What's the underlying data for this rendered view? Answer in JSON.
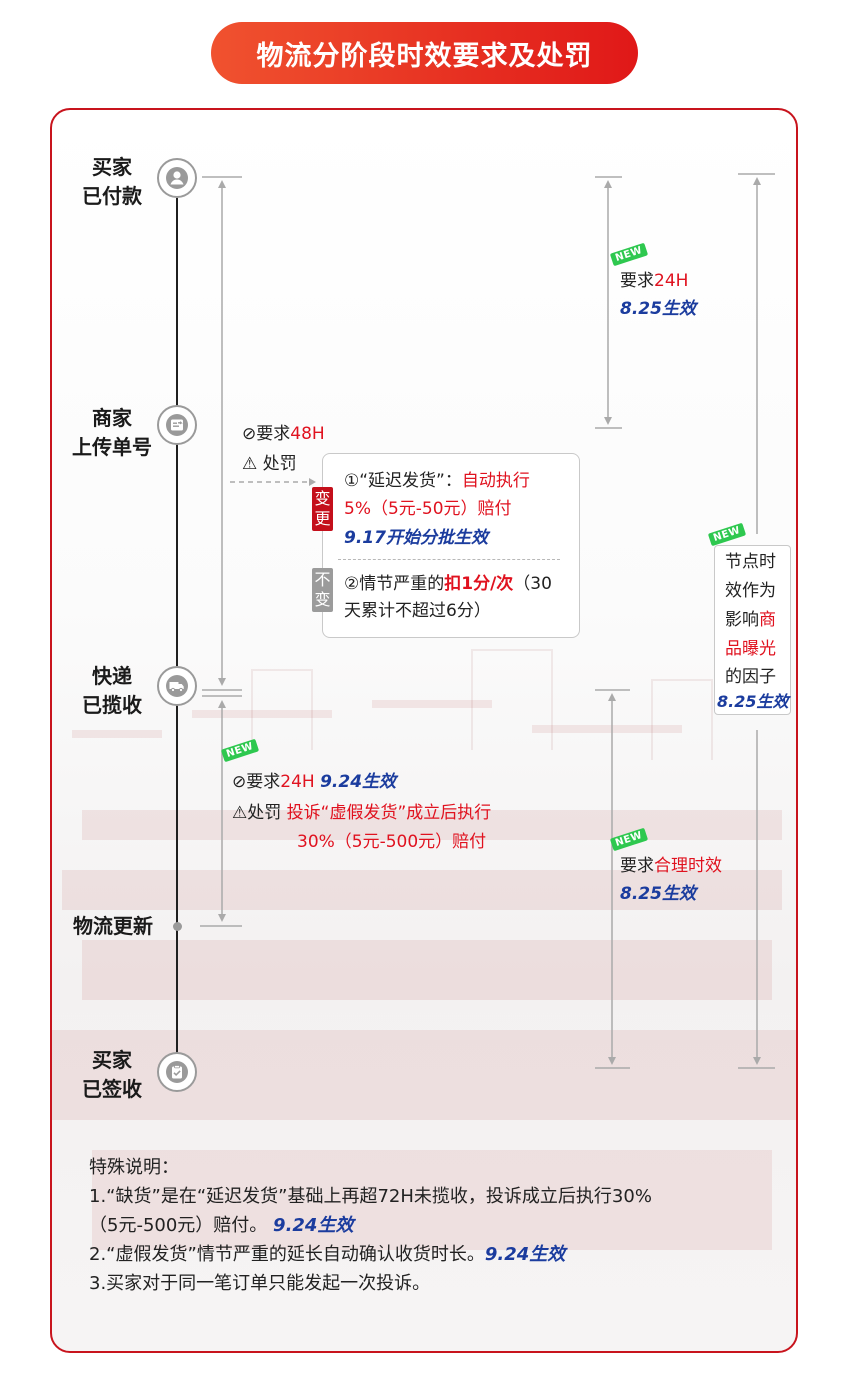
{
  "title": "物流分阶段时效要求及处罚",
  "badge_new": "NEW",
  "stages": {
    "paid": [
      "买家",
      "已付款"
    ],
    "upload": [
      "商家",
      "上传单号"
    ],
    "pickup": [
      "快递",
      "已揽收"
    ],
    "update": "物流更新",
    "signed": [
      "买家",
      "已签收"
    ]
  },
  "icons": {
    "paid": "user-icon",
    "upload": "waybill-icon",
    "pickup": "truck-icon",
    "signed": "clipboard-check-icon"
  },
  "stage1": {
    "req_icon": "⊘",
    "req_prefix": "要求",
    "req_value": "48H",
    "pen_icon": "⚠",
    "pen_label": "处罚",
    "tag_changed": [
      "变",
      "更"
    ],
    "tag_unchanged": [
      "不",
      "变"
    ],
    "item1_a": "①“延迟发货”：",
    "item1_b": "自动执行",
    "item1_c": "5%（5元-50元）赔付",
    "item1_d": "9.17开始分批生效",
    "item2_a": "②情节严重的",
    "item2_b": "扣1分/次",
    "item2_c": "（30",
    "item2_d": "天累计不超过6分）"
  },
  "stage2": {
    "req_icon": "⊘",
    "req_prefix": "要求",
    "req_value": "24H",
    "req_date": "9.24生效",
    "pen_icon": "⚠",
    "pen_label": "处罚",
    "pen_line1": "投诉“虚假发货”成立后执行",
    "pen_line2": "30%（5元-500元）赔付"
  },
  "right_top": {
    "prefix": "要求",
    "value": "24H",
    "date": "8.25生效"
  },
  "right_mid": {
    "prefix": "要求",
    "value": "合理时效",
    "date": "8.25生效"
  },
  "right_box": {
    "line1": "节点时",
    "line2": "效作为",
    "line3_a": "影响",
    "line3_b": "商",
    "line4": "品曝光",
    "line5": "的因子",
    "date": "8.25生效"
  },
  "notes": {
    "title": "特殊说明：",
    "n1_line1": "1.“缺货”是在“延迟发货”基础上再超72H未揽收，投诉成立后执行30%",
    "n1_line2": "（5元-500元）赔付。",
    "n1_date": "9.24生效",
    "n2": "2.“虚假发货”情节严重的延长自动确认收货时长。",
    "n2_date": "9.24生效",
    "n3": "3.买家对于同一笔订单只能发起一次投诉。"
  },
  "colors": {
    "brand_red": "#e0121f",
    "accent_blue": "#1b3c9e",
    "new_green": "#2ec84f",
    "border_red": "#c8141d"
  }
}
